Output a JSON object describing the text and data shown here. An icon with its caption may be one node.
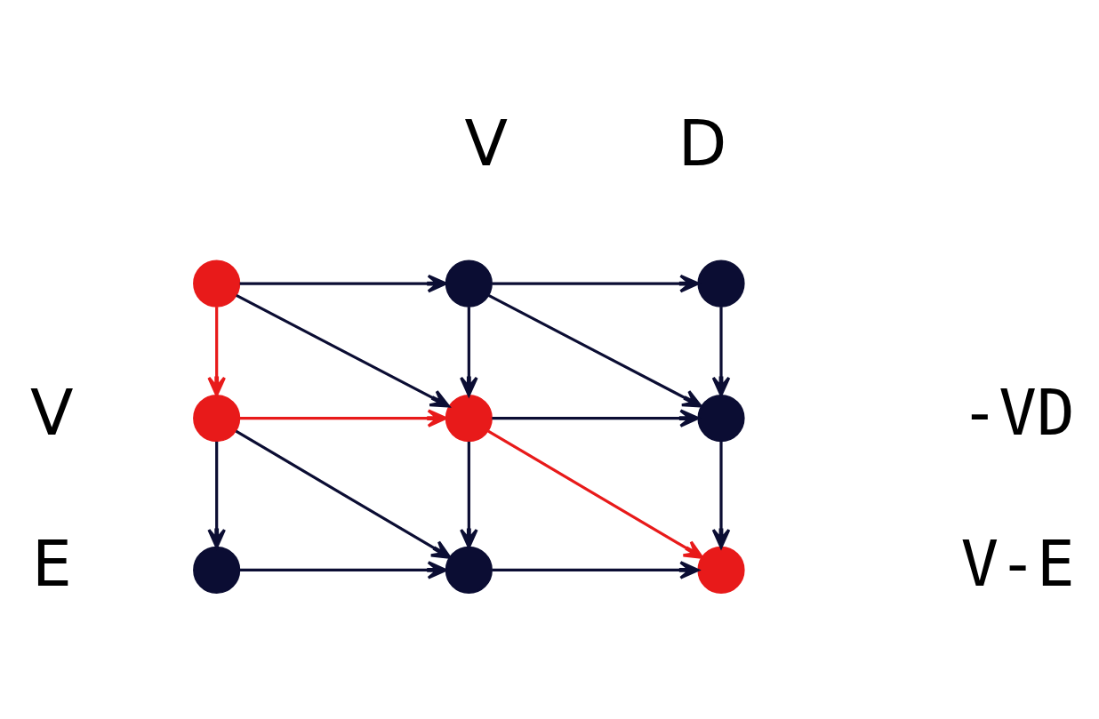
{
  "diagram": {
    "nodes": [
      {
        "text": [],
        "shape": "circle"
      },
      {
        "text": [],
        "shape": "circle"
      },
      {
        "text": [],
        "shape": "circle"
      },
      {
        "text": [],
        "shape": "circle"
      },
      {
        "text": [],
        "shape": "circle"
      },
      {
        "text": [],
        "shape": "circle"
      },
      {
        "text": [],
        "shape": "circle"
      },
      {
        "text": [],
        "shape": "circle"
      },
      {
        "text": [],
        "shape": "circle"
      }
    ],
    "edges": [
      {
        "from": 0,
        "to": 1,
        "arrow": "to"
      },
      {
        "from": 1,
        "to": 2,
        "arrow": "to"
      },
      {
        "from": 0,
        "to": 3,
        "arrow": "to",
        "color": "#e81a1a"
      },
      {
        "from": 0,
        "to": 4,
        "arrow": "to"
      },
      {
        "from": 1,
        "to": 4,
        "arrow": "to"
      },
      {
        "from": 1,
        "to": 5,
        "arrow": "to"
      },
      {
        "from": 2,
        "to": 5,
        "arrow": "to"
      },
      {
        "from": 3,
        "to": 4,
        "arrow": "to",
        "color": "#e81a1a"
      },
      {
        "from": 4,
        "to": 5,
        "arrow": "to"
      },
      {
        "from": 3,
        "to": 6,
        "arrow": "to"
      },
      {
        "from": 3,
        "to": 7,
        "arrow": "to"
      },
      {
        "from": 4,
        "to": 7,
        "arrow": "to"
      },
      {
        "from": 4,
        "to": 8,
        "arrow": "to",
        "color": "#e81a1a"
      },
      {
        "from": 5,
        "to": 8,
        "arrow": "to"
      },
      {
        "from": 6,
        "to": 7,
        "arrow": "to"
      },
      {
        "from": 7,
        "to": 8,
        "arrow": "to"
      }
    ],
    "labels": [
      "V",
      "D",
      "V",
      "E",
      "-VD",
      "V-E"
    ]
  }
}
